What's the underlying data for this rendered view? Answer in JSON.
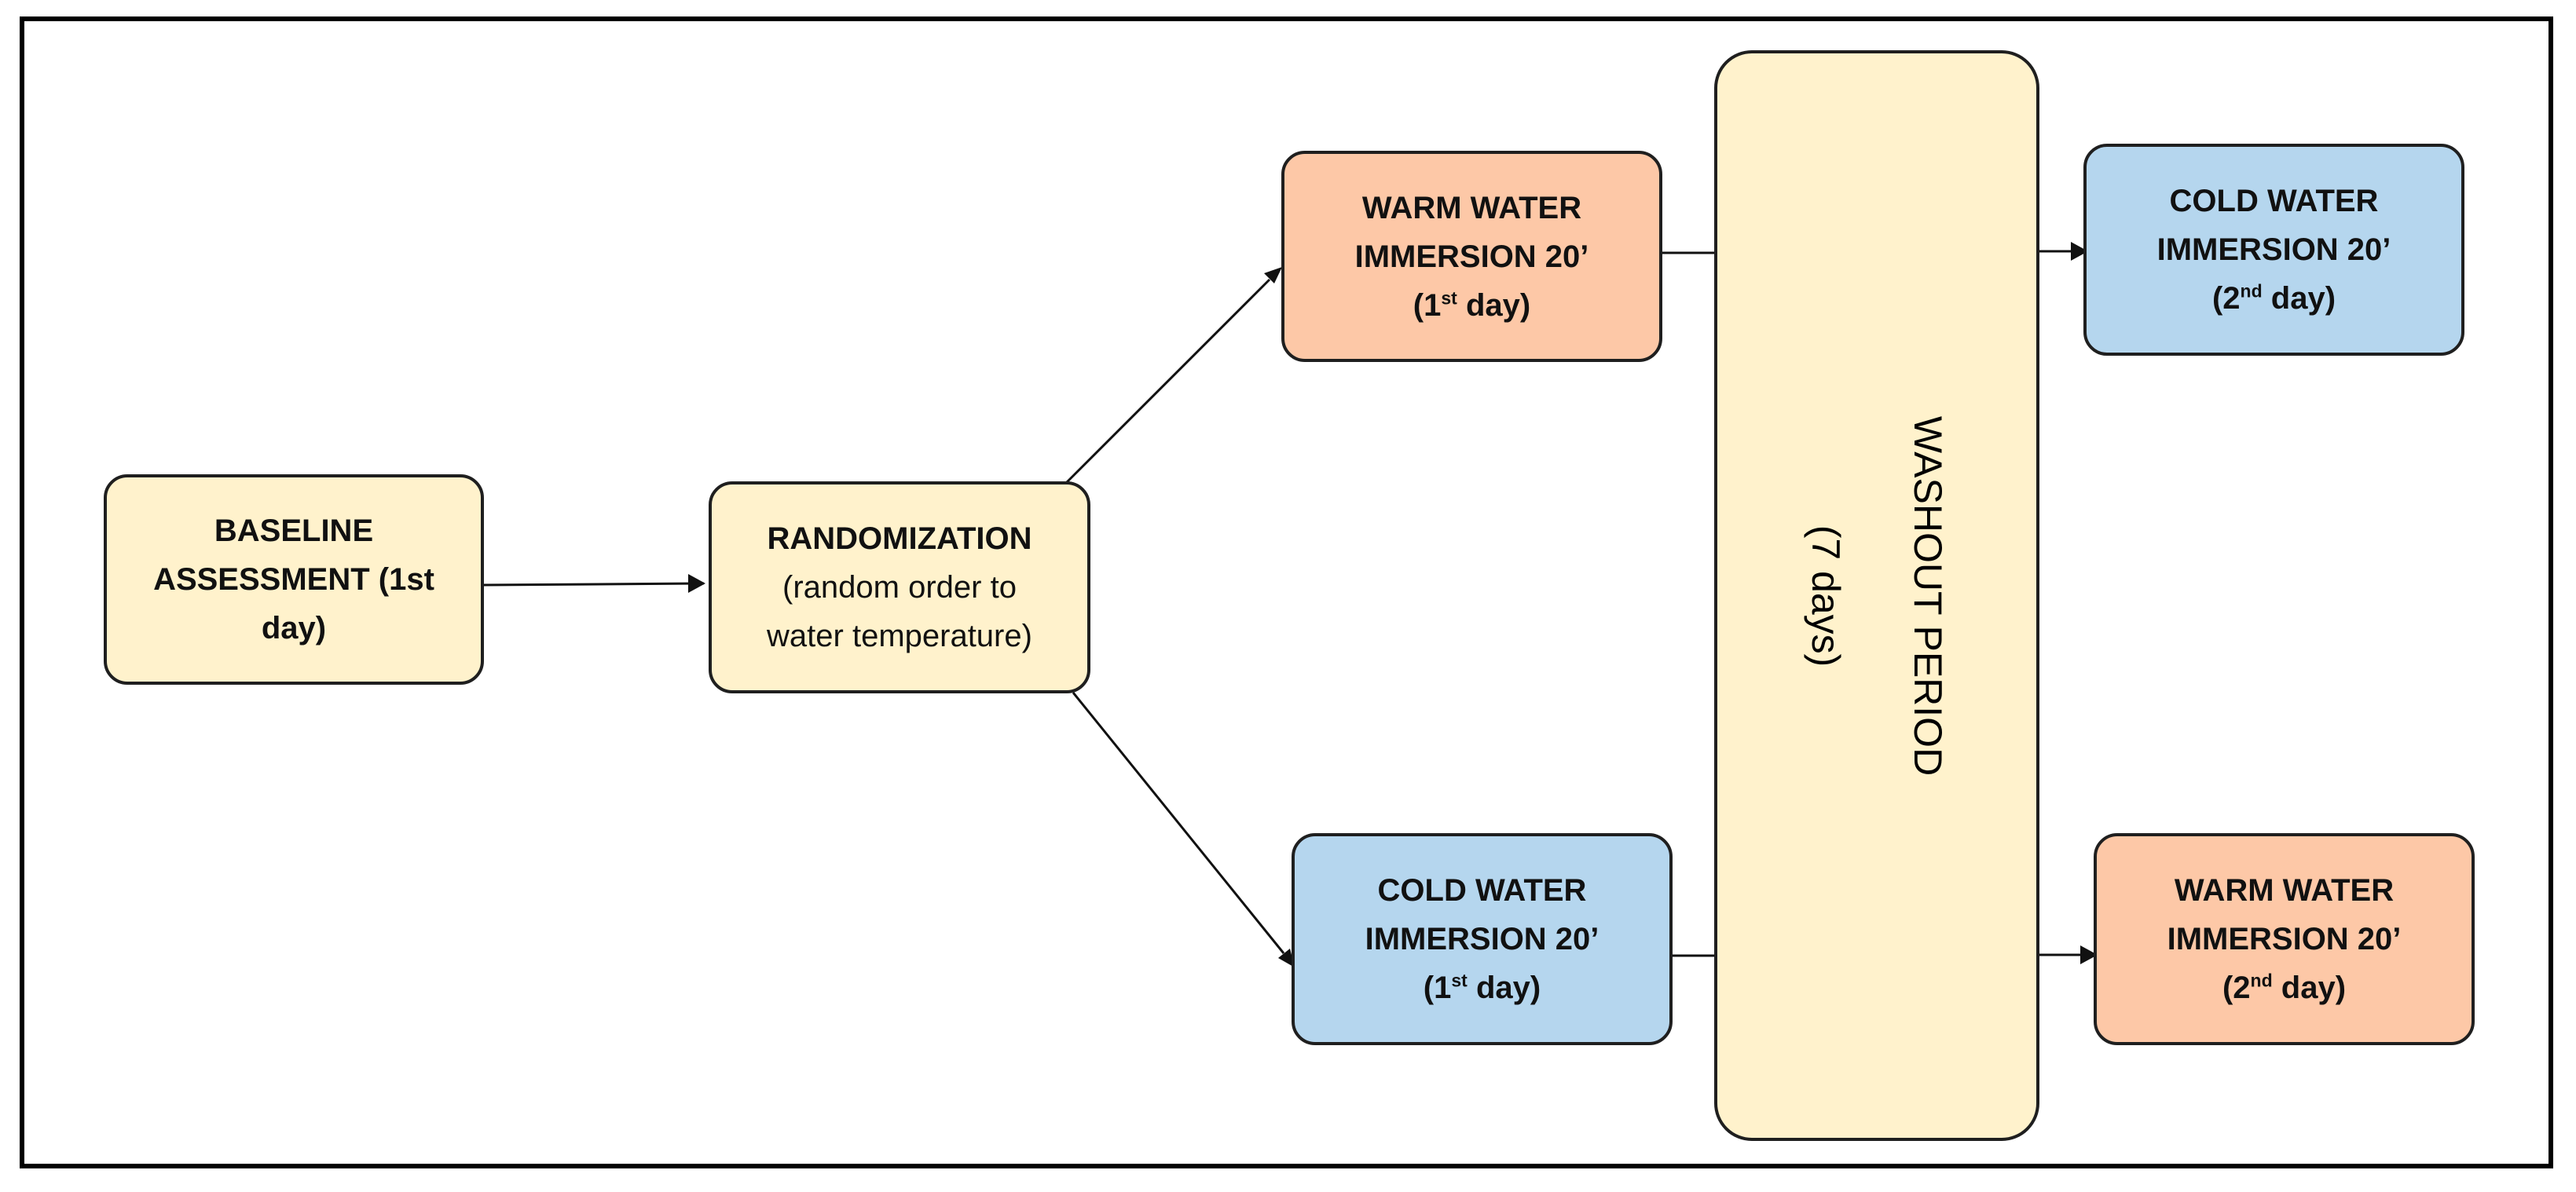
{
  "colors": {
    "neutral": "#fff2cc",
    "warm": "#fdc8a7",
    "cold": "#b5d6ee",
    "stroke": "#1f1f1f",
    "frame": "#000000"
  },
  "baseline": {
    "lines": [
      "BASELINE",
      "ASSESSMENT (1st",
      "day)"
    ]
  },
  "randomization": {
    "title": "RANDOMIZATION",
    "line2": "(random order to",
    "line3": "water temperature)"
  },
  "warm_day1": {
    "line1": "WARM WATER",
    "line2": "IMMERSION 20’",
    "day_pre": "(1",
    "day_sup": "st",
    "day_post": " day)"
  },
  "cold_day1": {
    "line1": "COLD WATER",
    "line2": "IMMERSION 20’",
    "day_pre": "(1",
    "day_sup": "st",
    "day_post": " day)"
  },
  "washout": {
    "title": "WASHOUT PERIOD",
    "duration": "(7 days)"
  },
  "cold_day2": {
    "line1": "COLD WATER",
    "line2": "IMMERSION 20’",
    "day_pre": "(2",
    "day_sup": "nd",
    "day_post": " day)"
  },
  "warm_day2": {
    "line1": "WARM WATER",
    "line2": "IMMERSION 20’",
    "day_pre": "(2",
    "day_sup": "nd",
    "day_post": " day)"
  }
}
